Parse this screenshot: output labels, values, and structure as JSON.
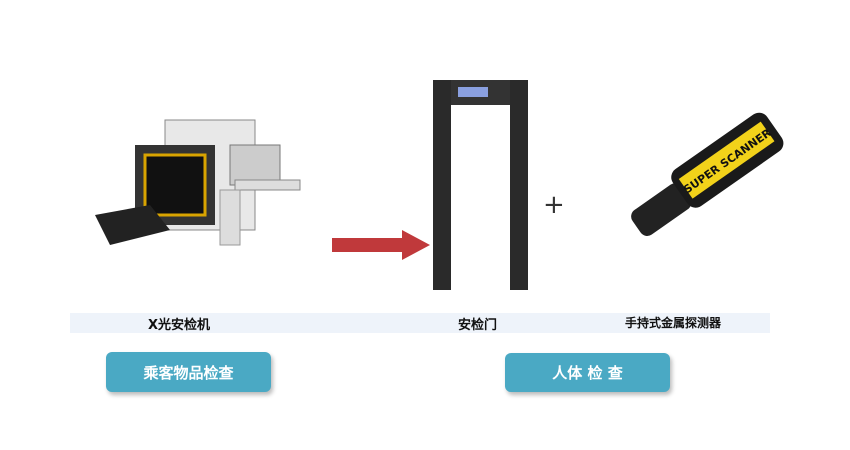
{
  "labels": {
    "xray": "X光安检机",
    "gate": "安检门",
    "handheld": "手持式金属探测器"
  },
  "buttons": {
    "baggage": "乘客物品检查",
    "body": "人体 检 查"
  },
  "plus": "+",
  "scanner_text": "SUPER SCANNER",
  "colors": {
    "button": "#4aa9c4",
    "arrow": "#c0393b",
    "band": "#eef3fa"
  }
}
